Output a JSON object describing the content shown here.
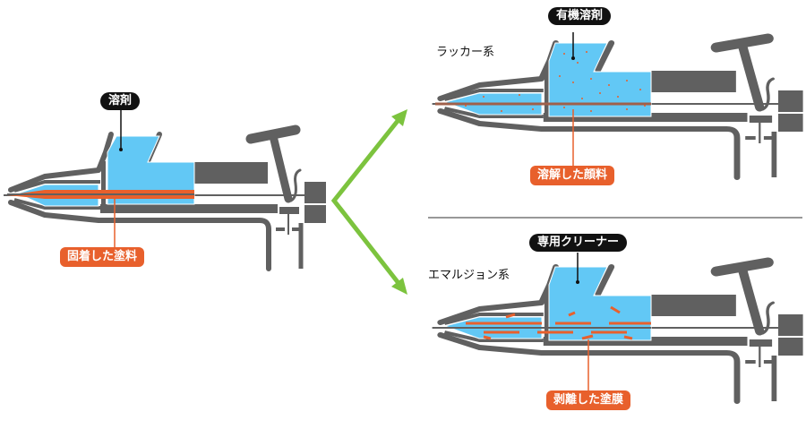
{
  "colors": {
    "gun_body": "#606060",
    "solvent": "#62c8f5",
    "paint": "#e8602c",
    "arrow": "#7cc33e",
    "callout_black": "#111111",
    "divider": "#777777"
  },
  "left": {
    "solvent_label": "溶剤",
    "residue_label": "固着した塗料"
  },
  "top_right": {
    "caption": "ラッカー系",
    "solvent_label": "有機溶剤",
    "residue_label": "溶解した顔料"
  },
  "bottom_right": {
    "caption": "エマルジョン系",
    "solvent_label": "専用クリーナー",
    "residue_label": "剥離した塗膜"
  }
}
